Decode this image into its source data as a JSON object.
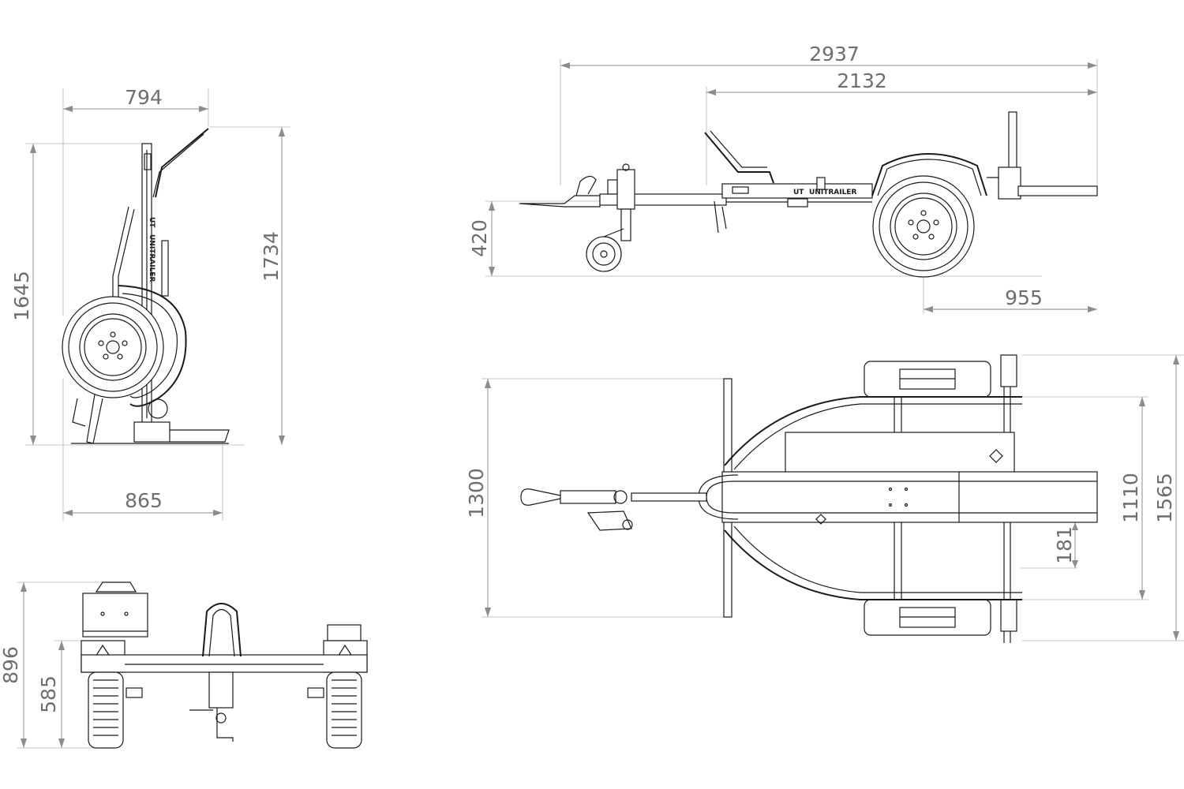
{
  "dimensions": {
    "side_width_top": "794",
    "side_width_bottom": "865",
    "side_height_left": "1645",
    "side_height_right": "1734",
    "rear_height_total": "896",
    "rear_height_platform": "585",
    "elev_length_total": "2937",
    "elev_length_frame": "2132",
    "elev_height_drawbar": "420",
    "elev_axle_to_rear": "955",
    "plan_width_left": "1300",
    "plan_offset": "181",
    "plan_width_inner": "1110",
    "plan_width_outer": "1565"
  },
  "branding": {
    "logo_mark": "UT",
    "logo_text": "UNITRAILER"
  }
}
